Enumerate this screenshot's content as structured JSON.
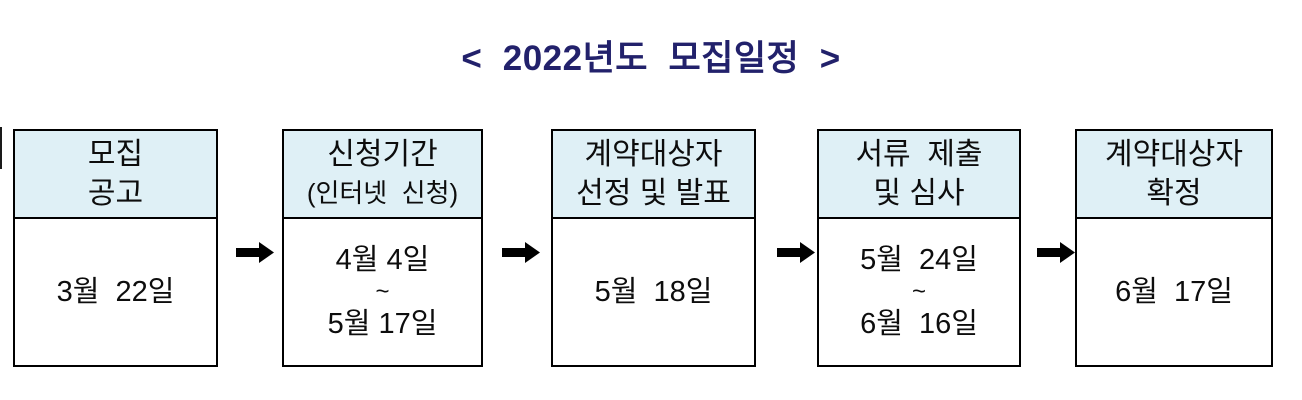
{
  "title": "<  2022년도  모집일정  >",
  "colors": {
    "title_text": "#22216B",
    "header_background": "#DFF0F6",
    "box_border": "#000000",
    "arrow": "#000000",
    "body_text": "#0d0d0d"
  },
  "icons": {
    "arrow_right_icon": "➡"
  },
  "steps": [
    {
      "header": [
        "모집",
        "공고"
      ],
      "body": [
        "3월  22일"
      ]
    },
    {
      "header": [
        "신청기간",
        "(인터넷  신청)"
      ],
      "body": [
        "4월 4일",
        "~",
        "5월 17일"
      ]
    },
    {
      "header": [
        "계약대상자",
        "선정 및 발표"
      ],
      "body": [
        "5월  18일"
      ]
    },
    {
      "header": [
        "서류  제출",
        "및 심사"
      ],
      "body": [
        "5월  24일",
        "~",
        "6월  16일"
      ]
    },
    {
      "header": [
        "계약대상자",
        "확정"
      ],
      "body": [
        "6월  17일"
      ]
    }
  ]
}
